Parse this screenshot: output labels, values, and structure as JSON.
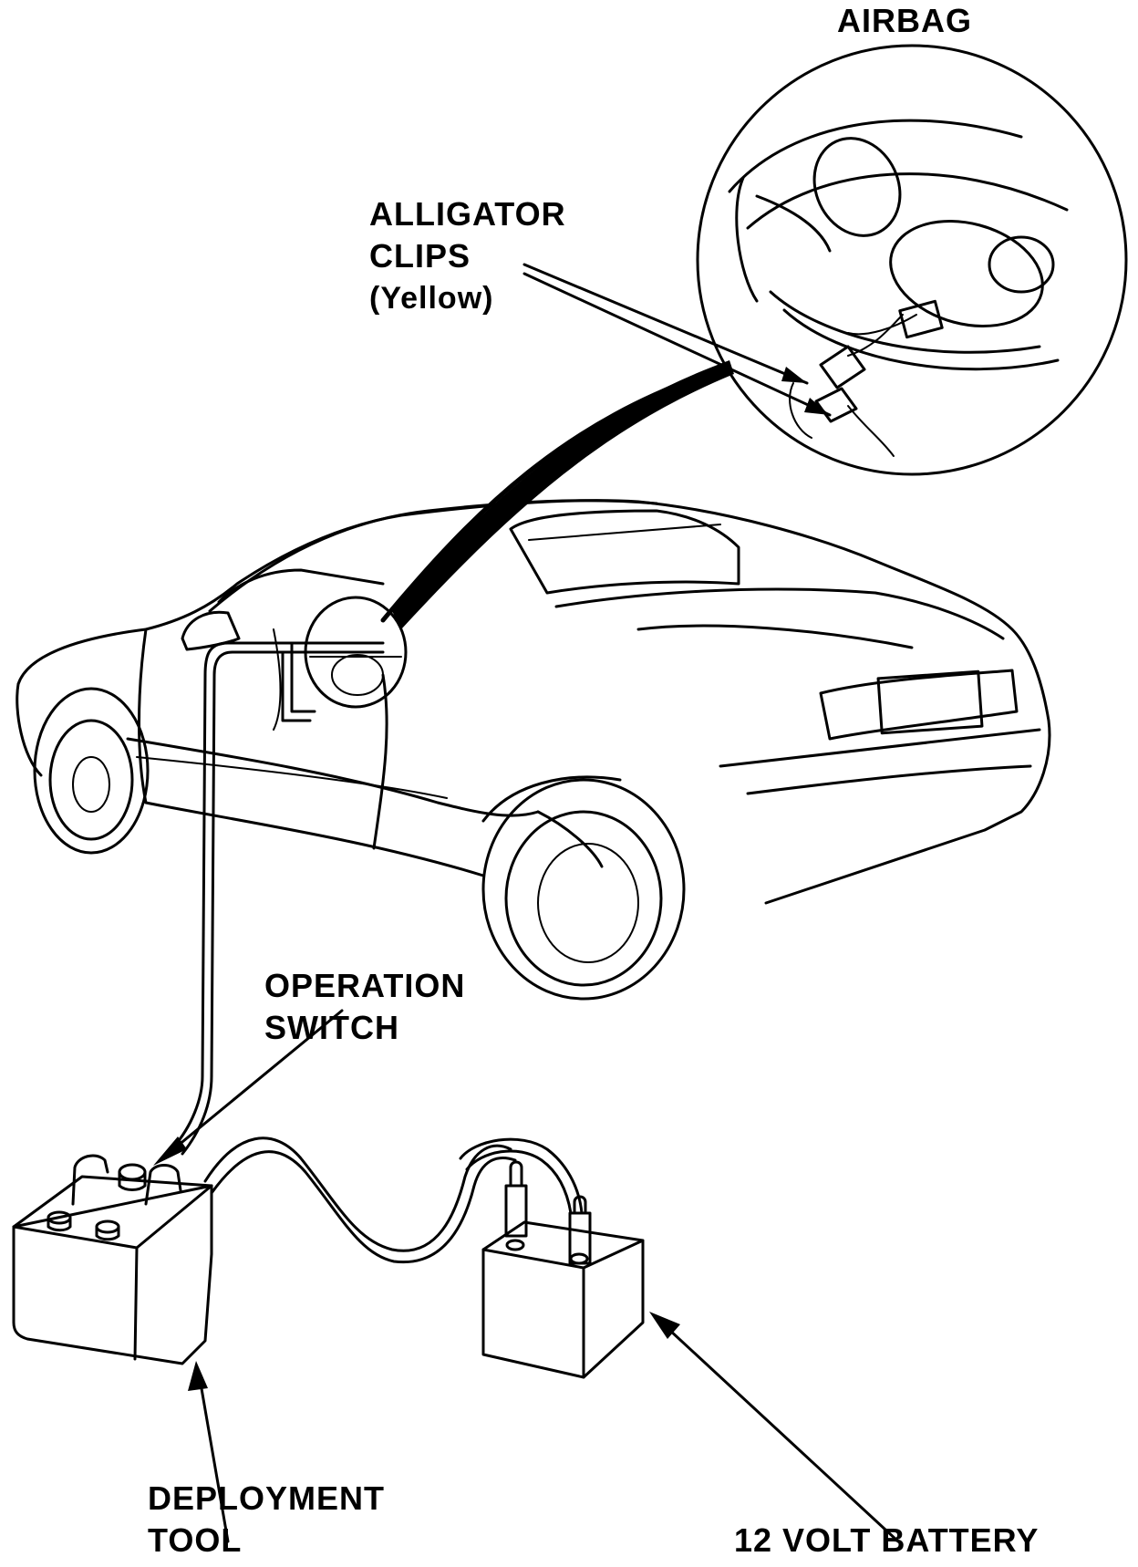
{
  "labels": {
    "airbag": "AIRBAG",
    "alligator_line1": "ALLIGATOR",
    "alligator_line2": "CLIPS",
    "alligator_line3": "(Yellow)",
    "operation_line1": "OPERATION",
    "operation_line2": "SWITCH",
    "deployment_line1": "DEPLOYMENT",
    "deployment_line2": "TOOL",
    "battery": "12 VOLT BATTERY"
  },
  "colors": {
    "ink": "#000000",
    "paper": "#ffffff"
  }
}
